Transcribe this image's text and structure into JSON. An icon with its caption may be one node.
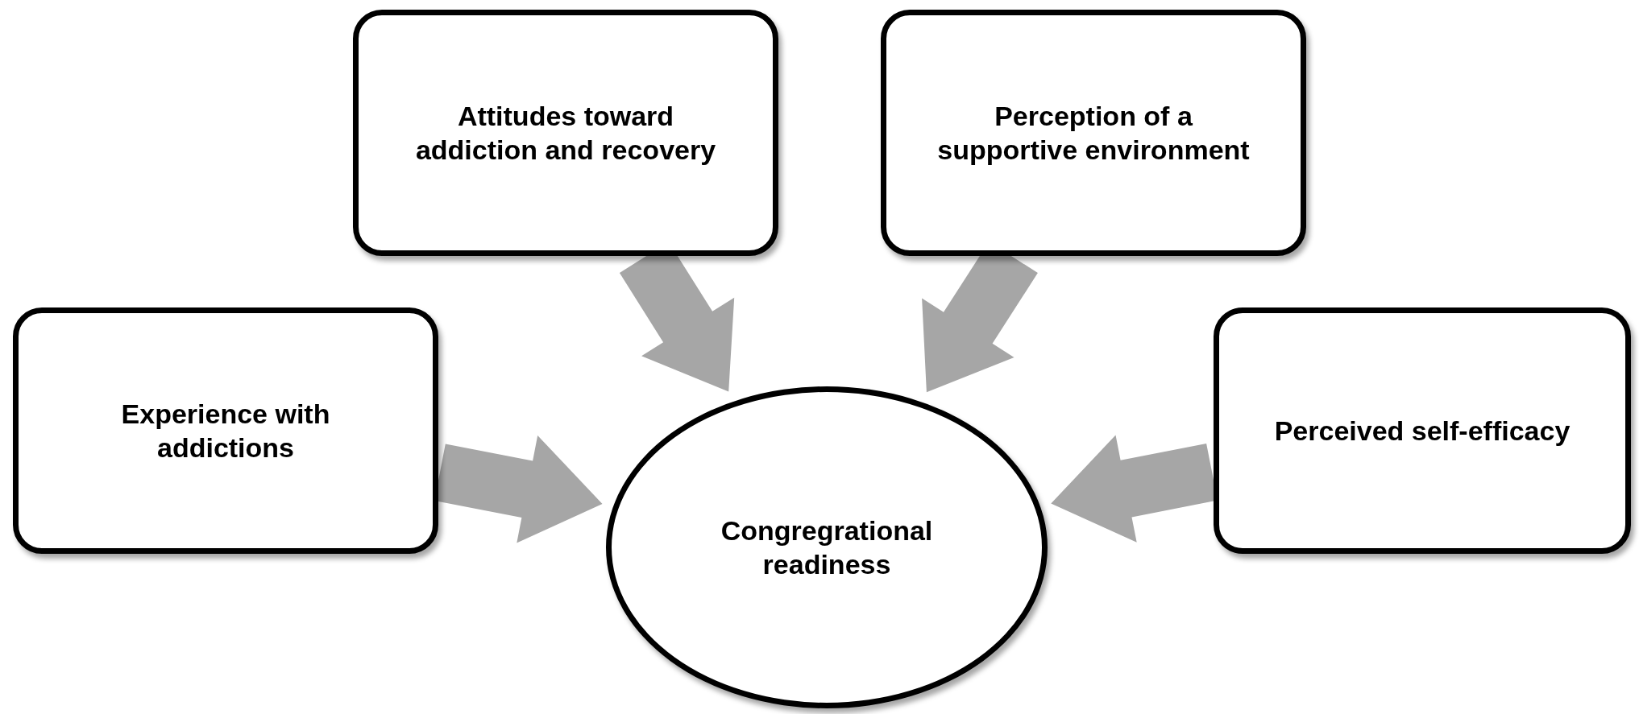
{
  "diagram": {
    "nodes": [
      {
        "text": [
          "Attitudes toward addiction and recovery"
        ]
      },
      {
        "text": [
          "Perception of a supportive environment"
        ]
      },
      {
        "text": [
          "Experience with addictions"
        ]
      },
      {
        "text": [
          "Perceived self-efficacy"
        ]
      },
      {
        "text": [
          "Congregrational readiness"
        ]
      }
    ],
    "edges": [
      {
        "from": 2,
        "to": 4,
        "arrow": "to",
        "style": "thick",
        "color": "#a6a6a6"
      },
      {
        "from": 0,
        "to": 4,
        "arrow": "to",
        "style": "thick",
        "color": "#a6a6a6"
      },
      {
        "from": 1,
        "to": 4,
        "arrow": "to",
        "style": "thick",
        "color": "#a6a6a6"
      },
      {
        "from": 3,
        "to": 4,
        "arrow": "to",
        "style": "thick",
        "color": "#a6a6a6"
      }
    ]
  }
}
